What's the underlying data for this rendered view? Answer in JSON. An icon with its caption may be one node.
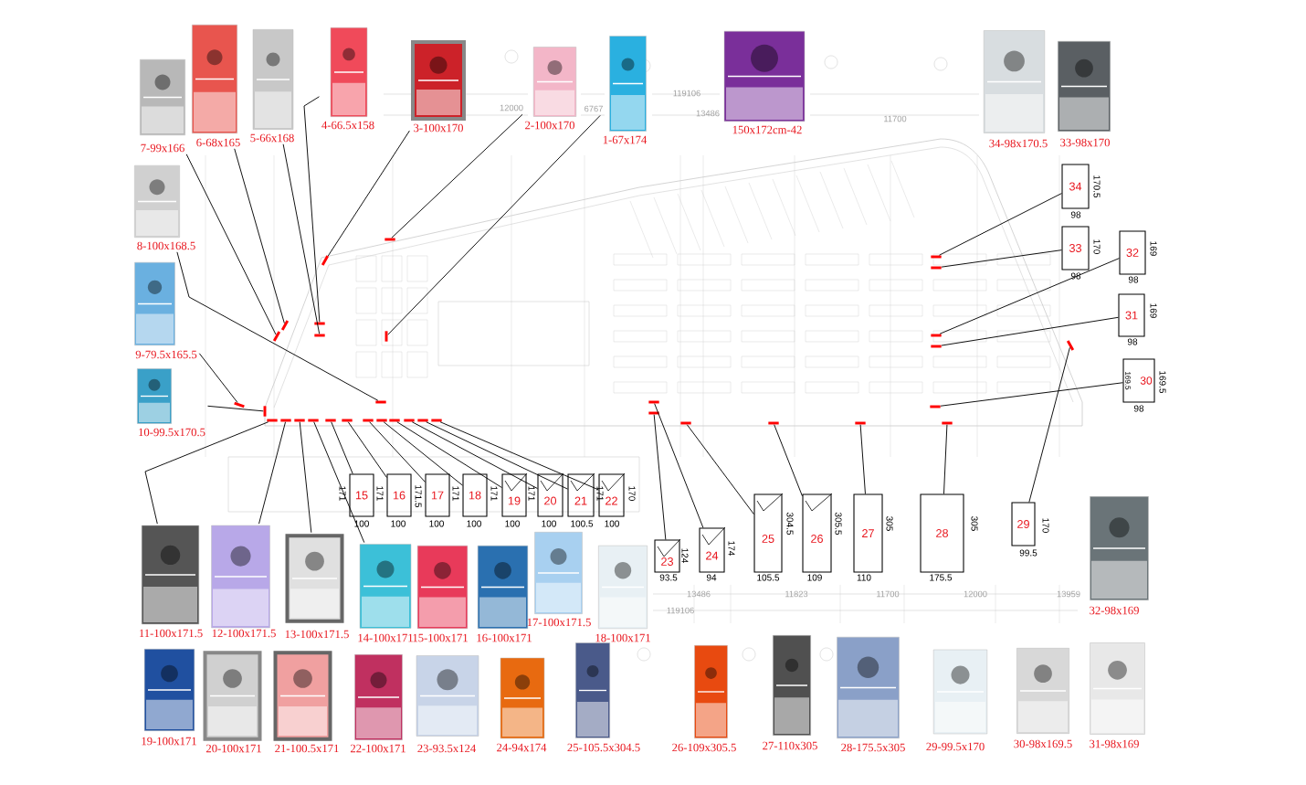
{
  "diagram": {
    "nodes": [
      {
        "text": [],
        "shape": "picture",
        "beside": [
          "7-99x166"
        ]
      },
      {
        "text": [],
        "shape": "picture",
        "beside": [
          "6-68x165"
        ]
      },
      {
        "text": [],
        "shape": "picture",
        "beside": [
          "5-66x168"
        ]
      },
      {
        "text": [],
        "shape": "picture",
        "beside": [
          "4-66.5x158"
        ]
      },
      {
        "text": [],
        "shape": "picture",
        "beside": [
          "3-100x170"
        ]
      },
      {
        "text": [],
        "shape": "picture",
        "beside": [
          "2-100x170"
        ]
      },
      {
        "text": [],
        "shape": "picture",
        "beside": [
          "1-67x174"
        ]
      },
      {
        "text": [],
        "shape": "picture",
        "beside": [
          "150x172cm-42"
        ]
      },
      {
        "text": [],
        "shape": "picture",
        "beside": [
          "34-98x170.5"
        ]
      },
      {
        "text": [],
        "shape": "picture",
        "beside": [
          "33-98x170"
        ]
      },
      {
        "text": [],
        "shape": "picture",
        "beside": [
          "8-100x168.5"
        ]
      },
      {
        "text": [],
        "shape": "picture",
        "beside": [
          "9-79.5x165.5"
        ]
      },
      {
        "text": [],
        "shape": "picture",
        "beside": [
          "10-99.5x170.5"
        ]
      },
      {
        "text": [
          "34"
        ],
        "beside": [
          "170.5",
          "98"
        ]
      },
      {
        "text": [
          "33"
        ],
        "beside": [
          "170",
          "98"
        ]
      },
      {
        "text": [
          "32"
        ],
        "beside": [
          "169",
          "98"
        ]
      },
      {
        "text": [
          "31"
        ],
        "beside": [
          "169",
          "98"
        ]
      },
      {
        "text": [
          "169.5",
          "30"
        ],
        "beside": [
          "169.5",
          "98"
        ]
      },
      {
        "text": [
          "15"
        ],
        "beside": [
          "171",
          "100"
        ]
      },
      {
        "text": [
          "16"
        ],
        "beside": [
          "171",
          "100"
        ]
      },
      {
        "text": [
          "17"
        ],
        "beside": [
          "171.5",
          "100"
        ]
      },
      {
        "text": [
          "18"
        ],
        "beside": [
          "171",
          "100"
        ]
      },
      {
        "text": [
          "19"
        ],
        "beside": [
          "171",
          "100"
        ]
      },
      {
        "text": [
          "20"
        ],
        "beside": [
          "171",
          "100"
        ]
      },
      {
        "text": [
          "21"
        ],
        "beside": [
          "171",
          "100.5"
        ]
      },
      {
        "text": [
          "22"
        ],
        "beside": [
          "170",
          "100"
        ]
      },
      {
        "text": [
          "23"
        ],
        "beside": [
          "124",
          "93.5"
        ]
      },
      {
        "text": [
          "24"
        ],
        "beside": [
          "174",
          "94"
        ]
      },
      {
        "text": [
          "25"
        ],
        "beside": [
          "304.5",
          "105.5"
        ]
      },
      {
        "text": [
          "26"
        ],
        "beside": [
          "305.5",
          "109"
        ]
      },
      {
        "text": [
          "27"
        ],
        "beside": [
          "305",
          "110"
        ]
      },
      {
        "text": [
          "28"
        ],
        "beside": [
          "305",
          "175.5"
        ]
      },
      {
        "text": [
          "29"
        ],
        "beside": [
          "170",
          "99.5"
        ]
      },
      {
        "text": [],
        "shape": "picture",
        "beside": [
          "11-100x171.5"
        ]
      },
      {
        "text": [],
        "shape": "picture",
        "beside": [
          "12-100x171.5"
        ]
      },
      {
        "text": [],
        "shape": "picture",
        "beside": [
          "13-100x171.5"
        ]
      },
      {
        "text": [],
        "shape": "picture",
        "beside": [
          "14-100x171"
        ]
      },
      {
        "text": [],
        "shape": "picture",
        "beside": [
          "15-100x171"
        ]
      },
      {
        "text": [],
        "shape": "picture",
        "beside": [
          "16-100x171"
        ]
      },
      {
        "text": [],
        "shape": "picture",
        "beside": [
          "17-100x171.5"
        ]
      },
      {
        "text": [],
        "shape": "picture",
        "beside": [
          "18-100x171"
        ]
      },
      {
        "text": [],
        "shape": "picture",
        "beside": [
          "32-98x169"
        ]
      },
      {
        "text": [],
        "shape": "picture",
        "beside": [
          "19-100x171"
        ]
      },
      {
        "text": [],
        "shape": "picture",
        "beside": [
          "20-100x171"
        ]
      },
      {
        "text": [],
        "shape": "picture",
        "beside": [
          "21-100.5x171"
        ]
      },
      {
        "text": [],
        "shape": "picture",
        "beside": [
          "22-100x171"
        ]
      },
      {
        "text": [],
        "shape": "picture",
        "beside": [
          "23-93.5x124"
        ]
      },
      {
        "text": [],
        "shape": "picture",
        "beside": [
          "24-94x174"
        ]
      },
      {
        "text": [],
        "shape": "picture",
        "beside": [
          "25-105.5x304.5"
        ]
      },
      {
        "text": [],
        "shape": "picture",
        "beside": [
          "26-109x305.5"
        ]
      },
      {
        "text": [],
        "shape": "picture",
        "beside": [
          "27-110x305"
        ]
      },
      {
        "text": [],
        "shape": "picture",
        "beside": [
          "28-175.5x305"
        ]
      },
      {
        "text": [],
        "shape": "picture",
        "beside": [
          "29-99.5x170"
        ]
      },
      {
        "text": [],
        "shape": "picture",
        "beside": [
          "30-98x169.5"
        ]
      },
      {
        "text": [],
        "shape": "picture",
        "beside": [
          "31-98x169"
        ]
      },
      {
        "text": [],
        "shape": "bar"
      },
      {
        "text": [],
        "shape": "bar"
      },
      {
        "text": [],
        "shape": "bar"
      },
      {
        "text": [],
        "shape": "bar"
      },
      {
        "text": [],
        "shape": "bar"
      },
      {
        "text": [],
        "shape": "bar"
      },
      {
        "text": [],
        "shape": "bar"
      },
      {
        "text": [],
        "shape": "bar"
      },
      {
        "text": [],
        "shape": "bar"
      },
      {
        "text": [],
        "shape": "bar"
      },
      {
        "text": [],
        "shape": "bar"
      },
      {
        "text": [],
        "shape": "bar"
      },
      {
        "text": [],
        "shape": "bar"
      },
      {
        "text": [],
        "shape": "bar"
      },
      {
        "text": [],
        "shape": "bar"
      },
      {
        "text": [],
        "shape": "bar"
      },
      {
        "text": [],
        "shape": "bar"
      },
      {
        "text": [],
        "shape": "bar"
      },
      {
        "text": [],
        "shape": "bar"
      },
      {
        "text": [],
        "shape": "bar"
      },
      {
        "text": [],
        "shape": "bar"
      },
      {
        "text": [],
        "shape": "bar"
      },
      {
        "text": [],
        "shape": "bar"
      },
      {
        "text": [],
        "shape": "bar"
      },
      {
        "text": [],
        "shape": "bar"
      },
      {
        "text": [],
        "shape": "bar"
      },
      {
        "text": [],
        "shape": "bar"
      },
      {
        "text": [],
        "shape": "bar"
      },
      {
        "text": [],
        "shape": "bar"
      },
      {
        "text": [],
        "shape": "bar"
      },
      {
        "text": [],
        "shape": "bar"
      },
      {
        "text": [],
        "shape": "bar"
      },
      {
        "text": [],
        "shape": "bar"
      },
      {
        "text": [],
        "shape": "bar"
      }
    ],
    "edges": [
      {
        "from": 0,
        "to": 55,
        "arrow": "none"
      },
      {
        "from": 1,
        "to": 56,
        "arrow": "none"
      },
      {
        "from": 2,
        "to": 57,
        "arrow": "none"
      },
      {
        "from": 3,
        "to": 58,
        "arrow": "none"
      },
      {
        "from": 4,
        "to": 59,
        "arrow": "none"
      },
      {
        "from": 5,
        "to": 60,
        "arrow": "none"
      },
      {
        "from": 6,
        "to": 61,
        "arrow": "none"
      },
      {
        "from": 10,
        "to": 62,
        "arrow": "none"
      },
      {
        "from": 11,
        "to": 63,
        "arrow": "none"
      },
      {
        "from": 12,
        "to": 64,
        "arrow": "none"
      },
      {
        "from": 33,
        "to": 65,
        "arrow": "none"
      },
      {
        "from": 34,
        "to": 66,
        "arrow": "none"
      },
      {
        "from": 35,
        "to": 67,
        "arrow": "none"
      },
      {
        "from": 36,
        "to": 68,
        "arrow": "none"
      },
      {
        "from": 18,
        "to": 69,
        "arrow": "none"
      },
      {
        "from": 19,
        "to": 70,
        "arrow": "none"
      },
      {
        "from": 20,
        "to": 71,
        "arrow": "none"
      },
      {
        "from": 21,
        "to": 72,
        "arrow": "none"
      },
      {
        "from": 22,
        "to": 73,
        "arrow": "none"
      },
      {
        "from": 23,
        "to": 74,
        "arrow": "none"
      },
      {
        "from": 24,
        "to": 75,
        "arrow": "none"
      },
      {
        "from": 25,
        "to": 76,
        "arrow": "none"
      },
      {
        "from": 26,
        "to": 77,
        "arrow": "none"
      },
      {
        "from": 27,
        "to": 78,
        "arrow": "none"
      },
      {
        "from": 28,
        "to": 79,
        "arrow": "none"
      },
      {
        "from": 29,
        "to": 80,
        "arrow": "none"
      },
      {
        "from": 30,
        "to": 81,
        "arrow": "none"
      },
      {
        "from": 31,
        "to": 82,
        "arrow": "none"
      },
      {
        "from": 32,
        "to": 83,
        "arrow": "none"
      },
      {
        "from": 13,
        "to": 84,
        "arrow": "none"
      },
      {
        "from": 14,
        "to": 85,
        "arrow": "none"
      },
      {
        "from": 15,
        "to": 86,
        "arrow": "none"
      },
      {
        "from": 16,
        "to": 87,
        "arrow": "none"
      },
      {
        "from": 17,
        "to": 88,
        "arrow": "none"
      }
    ],
    "labels": [
      "12000",
      "6767",
      "119106",
      "13486",
      "11700",
      "13486",
      "11823",
      "11700",
      "12000",
      "13959",
      "119106"
    ]
  }
}
